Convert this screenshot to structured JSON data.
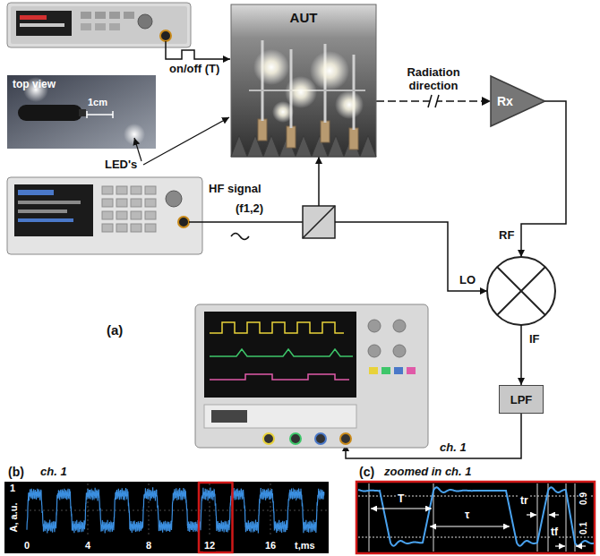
{
  "diagram": {
    "nodes": [
      {
        "text": [
          "AUT"
        ]
      },
      {
        "text": [
          "Rx"
        ]
      },
      {
        "text": [
          "LPF"
        ]
      }
    ],
    "edges": [
      {
        "from": 0,
        "to": 1,
        "arrow": "to",
        "label": "Radiation direction"
      }
    ],
    "labels": [
      "on/off (T)",
      "LED's",
      "top view",
      "1cm",
      "HF signal",
      "(f1,2)",
      "RF",
      "LO",
      "IF",
      "(a)",
      "ch. 1",
      "(b)",
      "ch. 1",
      "1",
      "A, a.u.",
      "0",
      "4",
      "8",
      "12",
      "16",
      "t,ms",
      "(c)",
      "zoomed in ch. 1",
      "T",
      "τ",
      "tr",
      "tf",
      "0.9",
      "0.1"
    ]
  }
}
